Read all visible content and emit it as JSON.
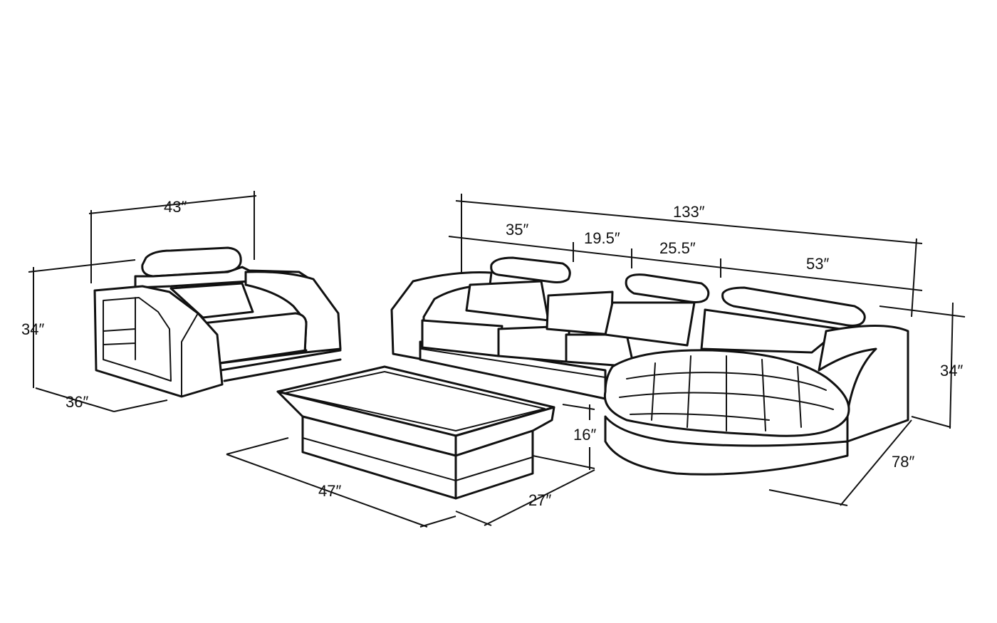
{
  "dimensions": {
    "armchair": {
      "width": "43″",
      "height": "34″",
      "depth": "36″"
    },
    "sofa": {
      "total_width": "133″",
      "seg_1": "35″",
      "seg_2": "19.5″",
      "seg_3": "25.5″",
      "seg_4": "53″",
      "height": "34″",
      "depth": "78″"
    },
    "table": {
      "length": "47″",
      "width": "27″",
      "height": "16″"
    }
  }
}
